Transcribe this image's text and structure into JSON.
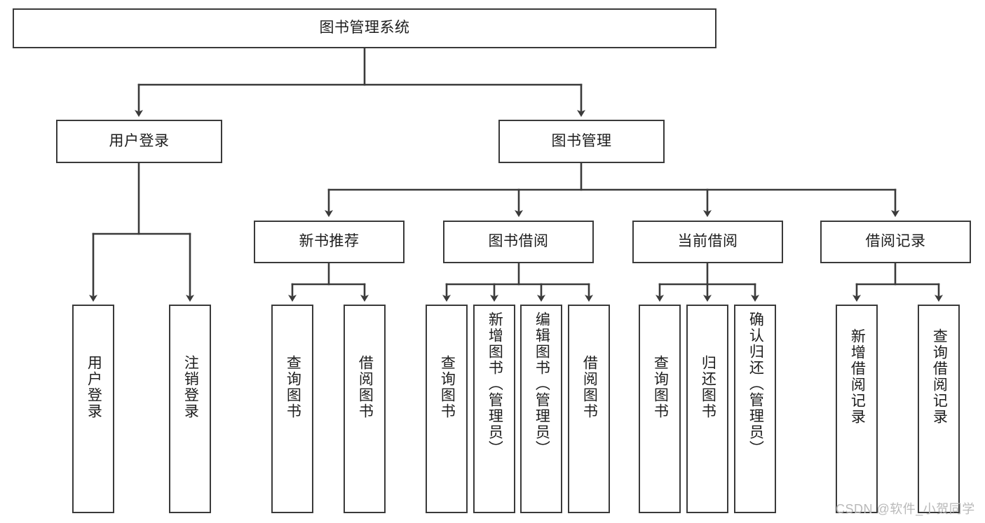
{
  "diagram": {
    "title": "图书管理系统",
    "type": "tree-hierarchy",
    "root": {
      "id": "root",
      "label": "图书管理系统"
    },
    "level1": [
      {
        "id": "user-login",
        "label": "用户登录"
      },
      {
        "id": "book-manage",
        "label": "图书管理"
      }
    ],
    "level2": [
      {
        "id": "new-book-rec",
        "label": "新书推荐",
        "parent": "book-manage"
      },
      {
        "id": "book-borrow",
        "label": "图书借阅",
        "parent": "book-manage"
      },
      {
        "id": "current-borrow",
        "label": "当前借阅",
        "parent": "book-manage"
      },
      {
        "id": "borrow-record",
        "label": "借阅记录",
        "parent": "book-manage"
      }
    ],
    "leaves": [
      {
        "id": "leaf-user-login",
        "label": "用户登录",
        "parent": "user-login"
      },
      {
        "id": "leaf-logout",
        "label": "注销登录",
        "parent": "user-login"
      },
      {
        "id": "leaf-query-book-1",
        "label": "查询图书",
        "parent": "new-book-rec"
      },
      {
        "id": "leaf-borrow-book-1",
        "label": "借阅图书",
        "parent": "new-book-rec"
      },
      {
        "id": "leaf-query-book-2",
        "label": "查询图书",
        "parent": "book-borrow"
      },
      {
        "id": "leaf-add-book",
        "label": "新增图书（管理员）",
        "parent": "book-borrow"
      },
      {
        "id": "leaf-edit-book",
        "label": "编辑图书（管理员）",
        "parent": "book-borrow"
      },
      {
        "id": "leaf-borrow-book-2",
        "label": "借阅图书",
        "parent": "book-borrow"
      },
      {
        "id": "leaf-query-book-3",
        "label": "查询图书",
        "parent": "current-borrow"
      },
      {
        "id": "leaf-return-book",
        "label": "归还图书",
        "parent": "current-borrow"
      },
      {
        "id": "leaf-confirm-return",
        "label": "确认归还（管理员）",
        "parent": "current-borrow"
      },
      {
        "id": "leaf-add-record",
        "label": "新增借阅记录",
        "parent": "borrow-record"
      },
      {
        "id": "leaf-query-record",
        "label": "查询借阅记录",
        "parent": "borrow-record"
      }
    ],
    "colors": {
      "stroke": "#3a3a3a",
      "fill": "#ffffff",
      "text": "#1d1d1d",
      "watermark": "#b9b9b9"
    }
  },
  "watermark": {
    "text": "CSDN @软件_小贺同学"
  }
}
